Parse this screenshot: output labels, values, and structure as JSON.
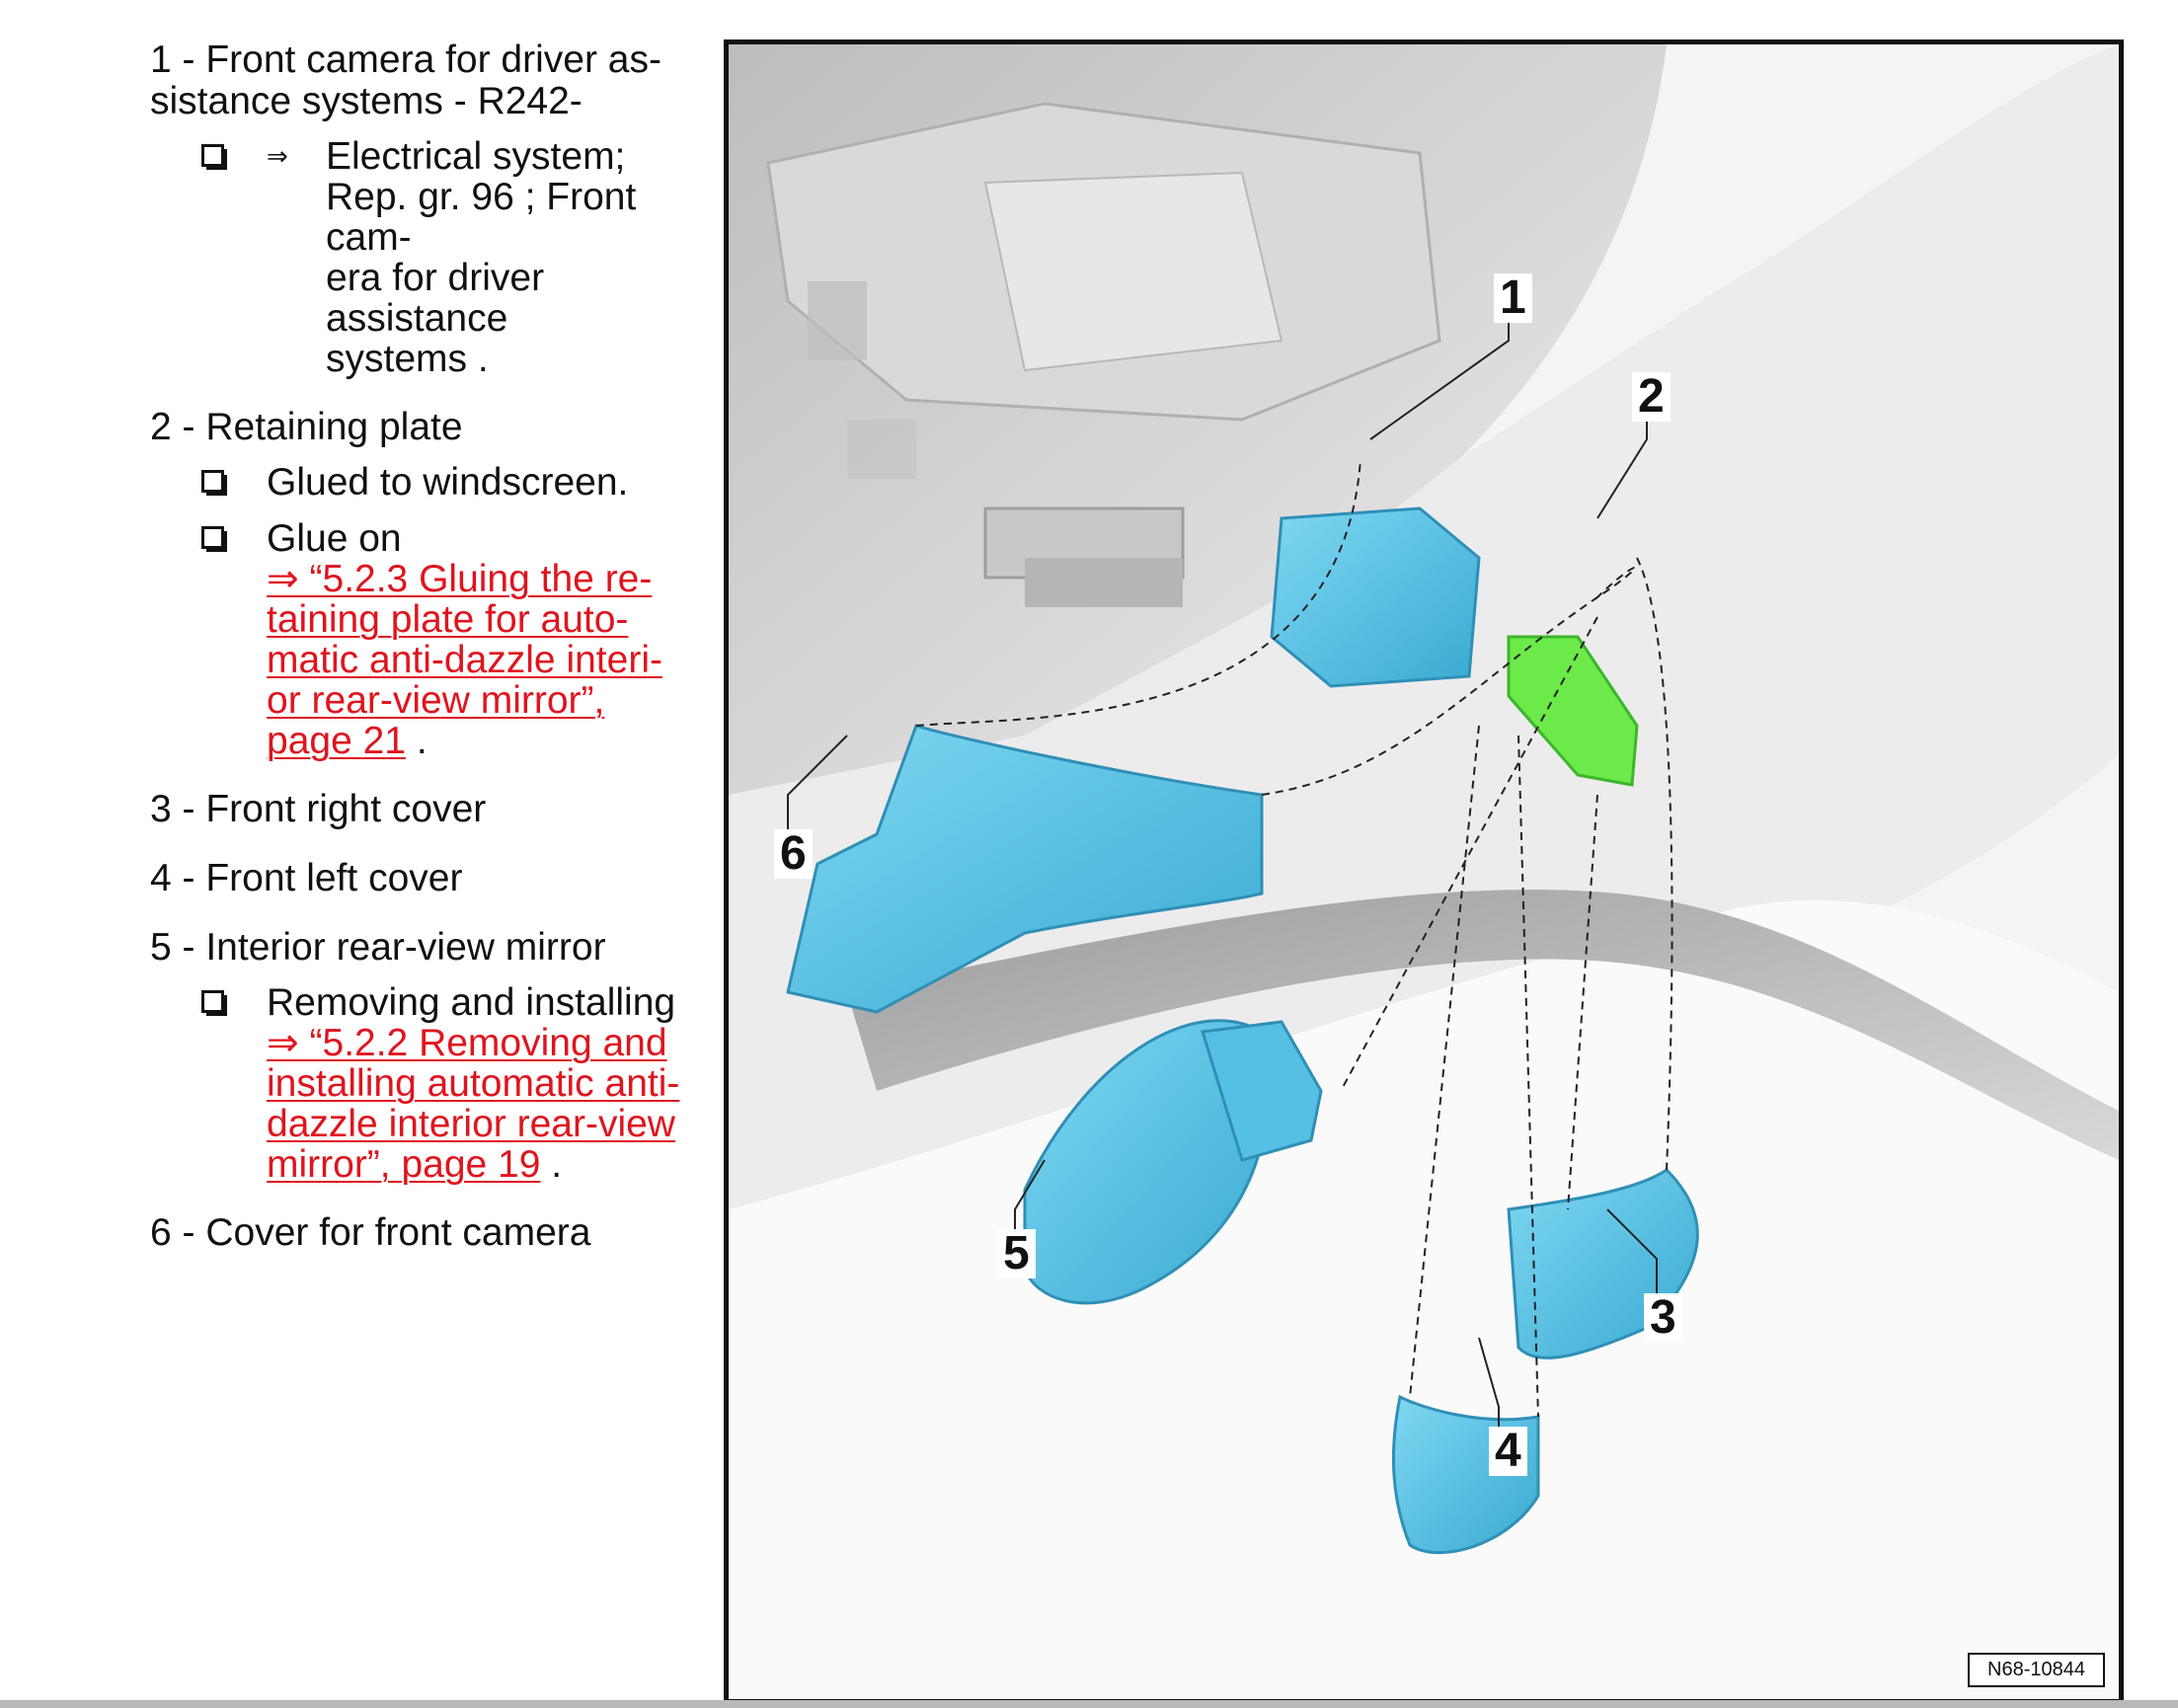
{
  "items": [
    {
      "title": "1 - Front camera for driver as-\nsistance systems - R242-",
      "subs": [
        {
          "arrow": "⇒",
          "text": "Electrical system;\nRep. gr.  96 ; Front cam-\nera for driver assistance\nsystems ."
        }
      ]
    },
    {
      "title": "2 - Retaining plate",
      "subs": [
        {
          "text": "Glued to windscreen."
        },
        {
          "text": "Glue on",
          "link": "⇒ “5.2.3 Gluing the re-\ntaining plate for auto-\nmatic anti-dazzle interi-\nor rear-view mirror”,\npage 21",
          "after": " ."
        }
      ]
    },
    {
      "title": "3 - Front right cover"
    },
    {
      "title": "4 - Front left cover"
    },
    {
      "title": "5 - Interior rear-view mirror",
      "subs": [
        {
          "text": "Removing and installing",
          "link": "⇒ “5.2.2 Removing and\ninstalling automatic anti-\ndazzle interior rear-view\nmirror”, page 19",
          "after": " ."
        }
      ]
    },
    {
      "title": "6 - Cover for front camera"
    }
  ],
  "figure": {
    "callouts": [
      "1",
      "2",
      "3",
      "4",
      "5",
      "6"
    ],
    "id": "N68-10844",
    "colors": {
      "part": "#5fc7e8",
      "part_dark": "#3aa9d2",
      "plate": "#6bea4a",
      "headliner": "#c8c8c8",
      "headliner_dark": "#9e9e9e"
    }
  }
}
